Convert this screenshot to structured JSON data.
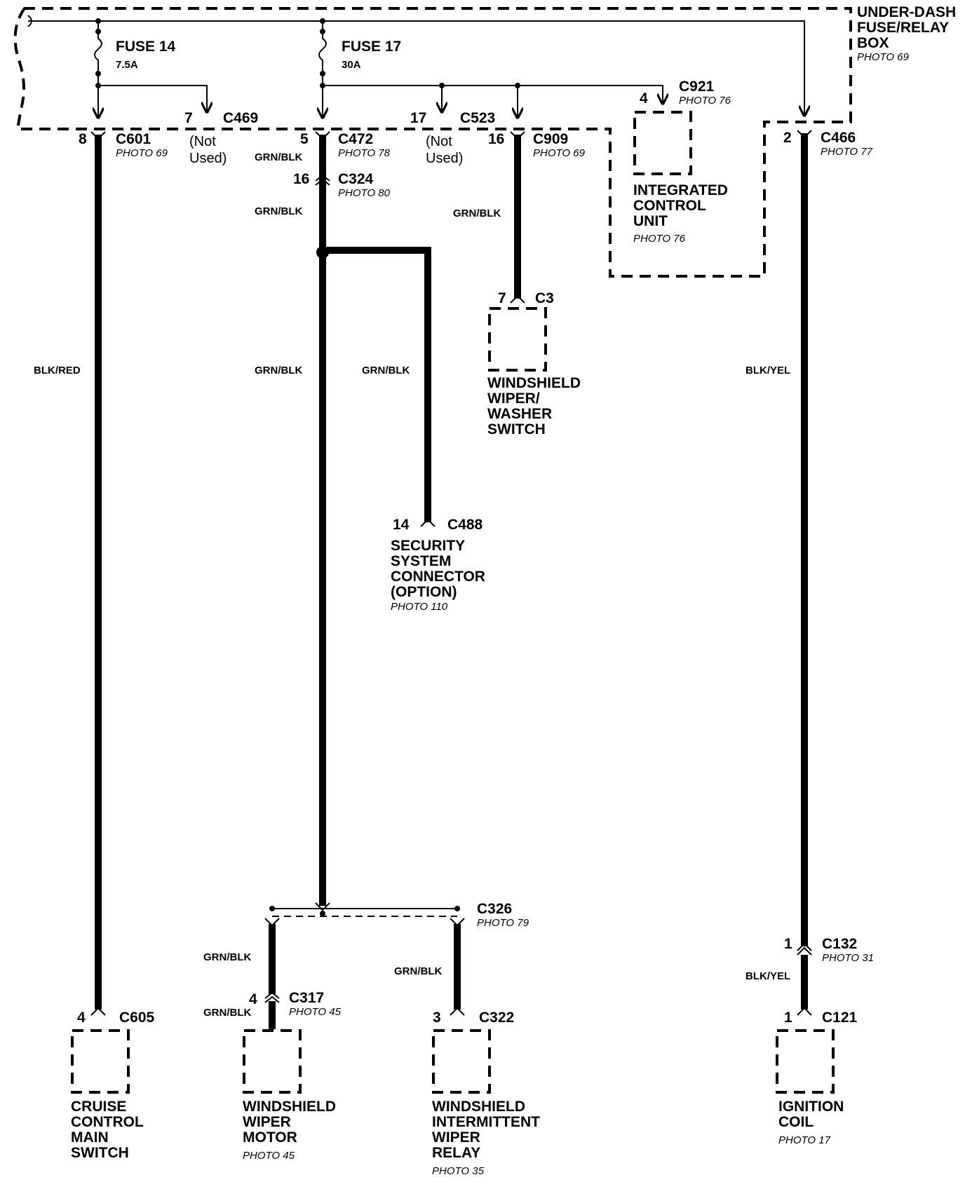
{
  "fuse_box": {
    "title_l1": "UNDER-DASH",
    "title_l2": "FUSE/RELAY",
    "title_l3": "BOX",
    "photo": "PHOTO 69"
  },
  "fuse14": {
    "name": "FUSE 14",
    "rating": "7.5A"
  },
  "fuse17": {
    "name": "FUSE 17",
    "rating": "30A"
  },
  "c601": {
    "pin": "8",
    "name": "C601",
    "photo": "PHOTO 69"
  },
  "c469": {
    "pin": "7",
    "name": "C469",
    "note_l1": "(Not",
    "note_l2": "Used)"
  },
  "c472": {
    "pin": "5",
    "name": "C472",
    "photo": "PHOTO 78",
    "wire": "GRN/BLK"
  },
  "c324": {
    "pin": "16",
    "name": "C324",
    "photo": "PHOTO 80",
    "wire": "GRN/BLK"
  },
  "c523": {
    "pin": "17",
    "name": "C523",
    "note_l1": "(Not",
    "note_l2": "Used)"
  },
  "c909": {
    "pin": "16",
    "name": "C909",
    "photo": "PHOTO 69",
    "wire": "GRN/BLK"
  },
  "c921": {
    "pin": "4",
    "name": "C921",
    "photo": "PHOTO 76"
  },
  "icu": {
    "l1": "INTEGRATED",
    "l2": "CONTROL",
    "l3": "UNIT",
    "photo": "PHOTO 76"
  },
  "c466": {
    "pin": "2",
    "name": "C466",
    "photo": "PHOTO 77"
  },
  "c3": {
    "pin": "7",
    "name": "C3"
  },
  "wiper_switch": {
    "l1": "WINDSHIELD",
    "l2": "WIPER/",
    "l3": "WASHER",
    "l4": "SWITCH"
  },
  "wires": {
    "blk_red": "BLK/RED",
    "grn_blk_main": "GRN/BLK",
    "grn_blk_branch": "GRN/BLK",
    "blk_yel_upper": "BLK/YEL",
    "blk_yel_lower": "BLK/YEL",
    "grn_blk_motor_upper": "GRN/BLK",
    "grn_blk_motor_lower": "GRN/BLK",
    "grn_blk_relay": "GRN/BLK"
  },
  "c488": {
    "pin": "14",
    "name": "C488"
  },
  "security": {
    "l1": "SECURITY",
    "l2": "SYSTEM",
    "l3": "CONNECTOR",
    "l4": "(OPTION)",
    "photo": "PHOTO 110"
  },
  "c326": {
    "name": "C326",
    "photo": "PHOTO 79"
  },
  "c132": {
    "pin": "1",
    "name": "C132",
    "photo": "PHOTO 31"
  },
  "c317": {
    "pin": "4",
    "name": "C317",
    "photo": "PHOTO 45"
  },
  "c605": {
    "pin": "4",
    "name": "C605"
  },
  "c322": {
    "pin": "3",
    "name": "C322"
  },
  "c121": {
    "pin": "1",
    "name": "C121"
  },
  "cruise": {
    "l1": "CRUISE",
    "l2": "CONTROL",
    "l3": "MAIN",
    "l4": "SWITCH"
  },
  "wiper_motor": {
    "l1": "WINDSHIELD",
    "l2": "WIPER",
    "l3": "MOTOR",
    "photo": "PHOTO 45"
  },
  "relay": {
    "l1": "WINDSHIELD",
    "l2": "INTERMITTENT",
    "l3": "WIPER",
    "l4": "RELAY",
    "photo": "PHOTO 35"
  },
  "ignition": {
    "l1": "IGNITION",
    "l2": "COIL",
    "photo": "PHOTO 17"
  }
}
